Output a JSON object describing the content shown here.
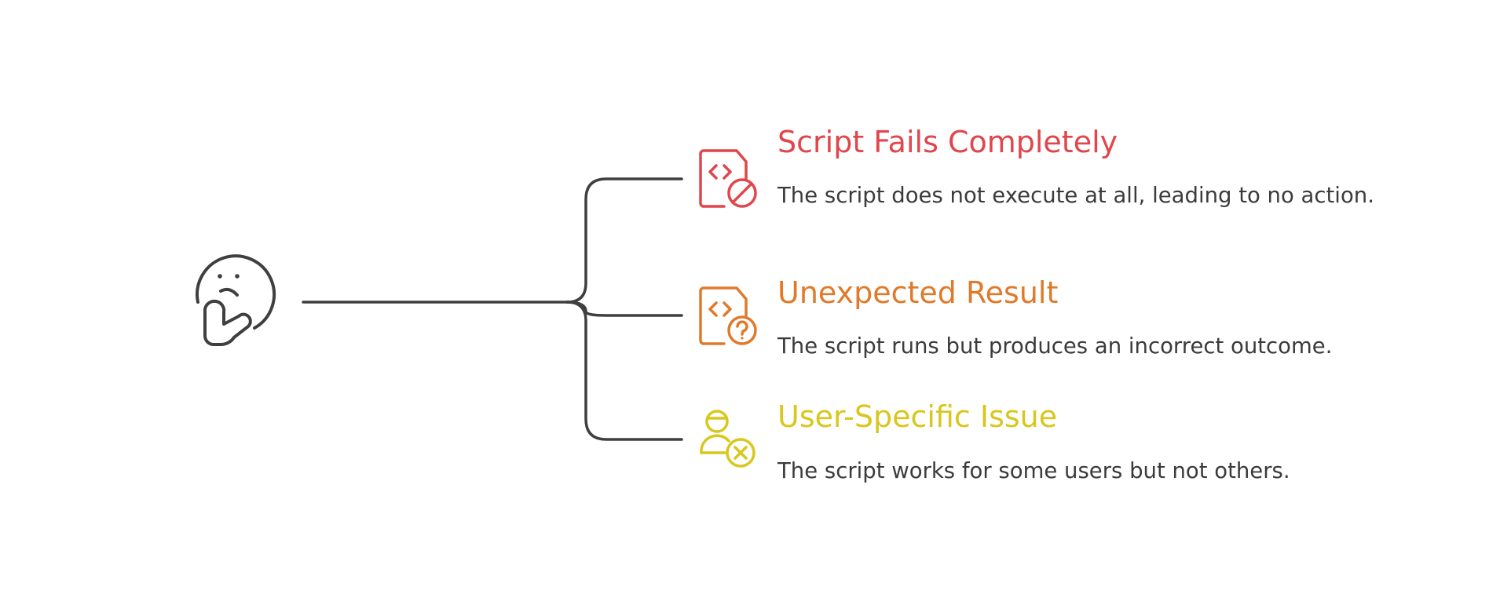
{
  "diagram": {
    "branches": [
      {
        "title": "Script Fails Completely",
        "description": "The script does not execute at all, leading to no action.",
        "color": "#e0464b",
        "icon": "code-file-blocked-icon"
      },
      {
        "title": "Unexpected Result",
        "description": "The script runs but produces an incorrect outcome.",
        "color": "#e07a2b",
        "icon": "code-file-question-icon"
      },
      {
        "title": "User-Specific Issue",
        "description": "The script works for some users but not others.",
        "color": "#d8c71c",
        "icon": "user-remove-icon"
      }
    ],
    "root_icon": "thinking-face-icon",
    "connector_color": "#3f3f3f"
  }
}
